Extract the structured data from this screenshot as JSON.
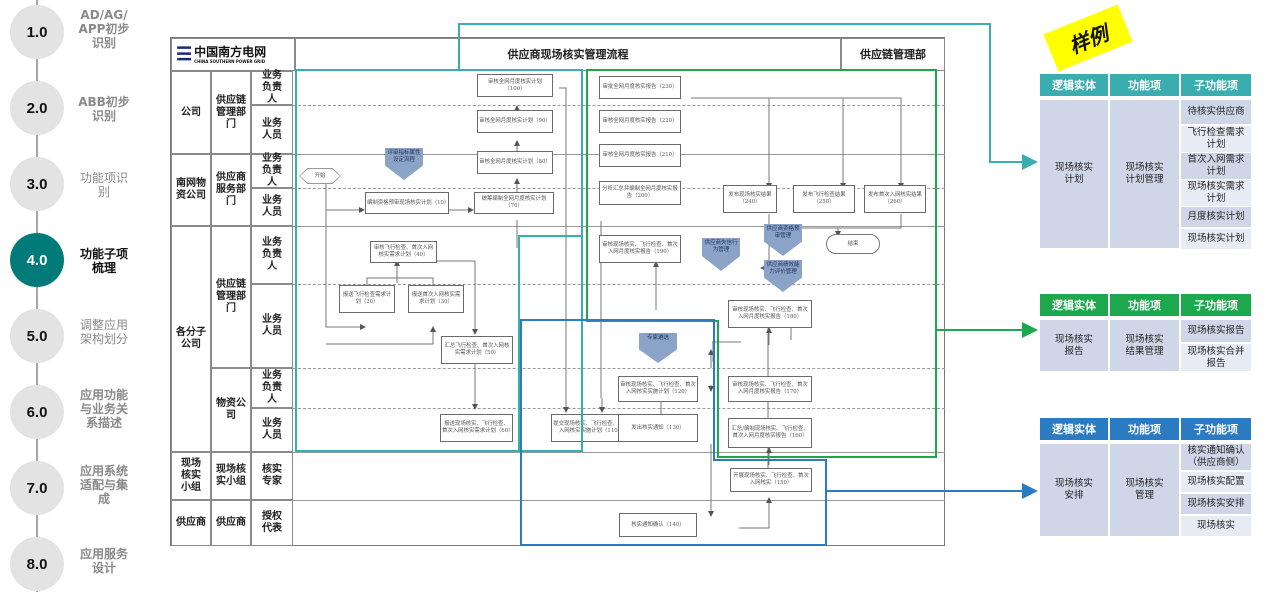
{
  "steps": [
    {
      "num": "1.0",
      "label": "AD/AG/\nAPP初步\n识别",
      "active": false
    },
    {
      "num": "2.0",
      "label": "ABB初步\n识别",
      "active": false
    },
    {
      "num": "3.0",
      "label": "功能项识\n别",
      "active": false
    },
    {
      "num": "4.0",
      "label": "功能子项\n梳理",
      "active": true
    },
    {
      "num": "5.0",
      "label": "调整应用\n架构划分",
      "active": false
    },
    {
      "num": "6.0",
      "label": "应用功能\n与业务关\n系描述",
      "active": false
    },
    {
      "num": "7.0",
      "label": "应用系统\n适配与集\n成",
      "active": false
    },
    {
      "num": "8.0",
      "label": "应用服务\n设计",
      "active": false
    }
  ],
  "flow": {
    "logo_cn": "中国南方电网",
    "logo_en": "CHINA SOUTHERN POWER GRID",
    "title": "供应商现场核实管理流程",
    "dept": "供应链管理部",
    "lanes": {
      "org": [
        "公司",
        "南网物资公司",
        "各分子公司",
        "现场核实小组",
        "供应商"
      ],
      "dept": [
        "供应链管理部门",
        "供应商服务部门",
        "供应链管理部门",
        "物资公司",
        "现场核实小组",
        "供应商"
      ],
      "role": [
        "业务负责人",
        "业务人员",
        "业务负责人",
        "业务人员",
        "业务负责人",
        "业务人员",
        "业务负责人",
        "业务人员",
        "核实专家",
        "授权代表"
      ]
    },
    "nodes": {
      "start": "开始",
      "end": "结束",
      "n10": "编制资格预审现场核实计划（10）",
      "n20": "报送飞行检查需求计划（20）",
      "n30": "报送首次入网核实需求计划（30）",
      "n40": "审核飞行检查、首次入网核实需求计划（40）",
      "n50": "汇总飞行检查、首次入网核实需求计划（50）",
      "n60": "报送现场核实、飞行检查、首次入网核实需求计划（60）",
      "n70": "统筹编制全网月度核实计划（70）",
      "n80": "审核全网月度核实计划（80）",
      "n90": "审核全网月度核实计划（90）",
      "n100": "审核全网月度核实计划（100）",
      "n110": "提交现场核实、飞行检查、首次入网核实实施计划（110）",
      "n120": "审核现场核实、飞行检查、首次入网核实实施计划（120）",
      "n130": "发出核实通知（130）",
      "n140": "核实通知确认（140）",
      "n150": "开展现场核实、飞行检查、首次入网核实（150）",
      "n160": "汇总/编制现场核实、飞行检查、首次入网月度核实报告（160）",
      "n170": "审核现场核实、飞行检查、首次入网月度核实报告（170）",
      "n180": "审核现场核实、飞行检查、首次入网月度核实报告（180）",
      "n190": "审核现场核实、飞行检查、首次入网月度核实报告（190）",
      "n200": "分析汇总并编制全网月度核实报告（200）",
      "n210": "审核全网月度核实报告（210）",
      "n220": "审核全网月度核实报告（220）",
      "n230": "审批全网月度核实报告（230）",
      "n240": "发布现场核实结果（240）",
      "n250": "发布飞行检查结果（250）",
      "n260": "发布首次入网核实结果（260）",
      "p_eval": "评审指标属性设定流程",
      "p_expert": "专家遴选",
      "p_bad": "供应商失信行为管理",
      "p_qual": "供应商资格预审管理",
      "p_perf": "供应商绩效能力评价管理"
    }
  },
  "sample_label": "样例",
  "tables": [
    {
      "color": "#3aadb0",
      "headers": [
        "逻辑实体",
        "功能项",
        "子功能项"
      ],
      "entity": "现场核实\n计划",
      "function": "现场核实\n计划管理",
      "subs": [
        "待核实供应商",
        "飞行检查需求\n计划",
        "首次入网需求\n计划",
        "现场核实需求\n计划",
        "月度核实计划",
        "现场核实计划"
      ]
    },
    {
      "color": "#1ea84e",
      "headers": [
        "逻辑实体",
        "功能项",
        "子功能项"
      ],
      "entity": "现场核实\n报告",
      "function": "现场核实\n结果管理",
      "subs": [
        "现场核实报告",
        "现场核实合并\n报告"
      ]
    },
    {
      "color": "#2b7bc3",
      "headers": [
        "逻辑实体",
        "功能项",
        "子功能项"
      ],
      "entity": "现场核实\n安排",
      "function": "现场核实\n管理",
      "subs": [
        "核实通知确认\n（供应商侧）",
        "现场核实配置",
        "现场核实安排",
        "现场核实"
      ]
    }
  ],
  "colors": {
    "teal": "#3aadb0",
    "green": "#1ea84e",
    "blue": "#2b7bc3",
    "active_step": "#007b7a"
  }
}
